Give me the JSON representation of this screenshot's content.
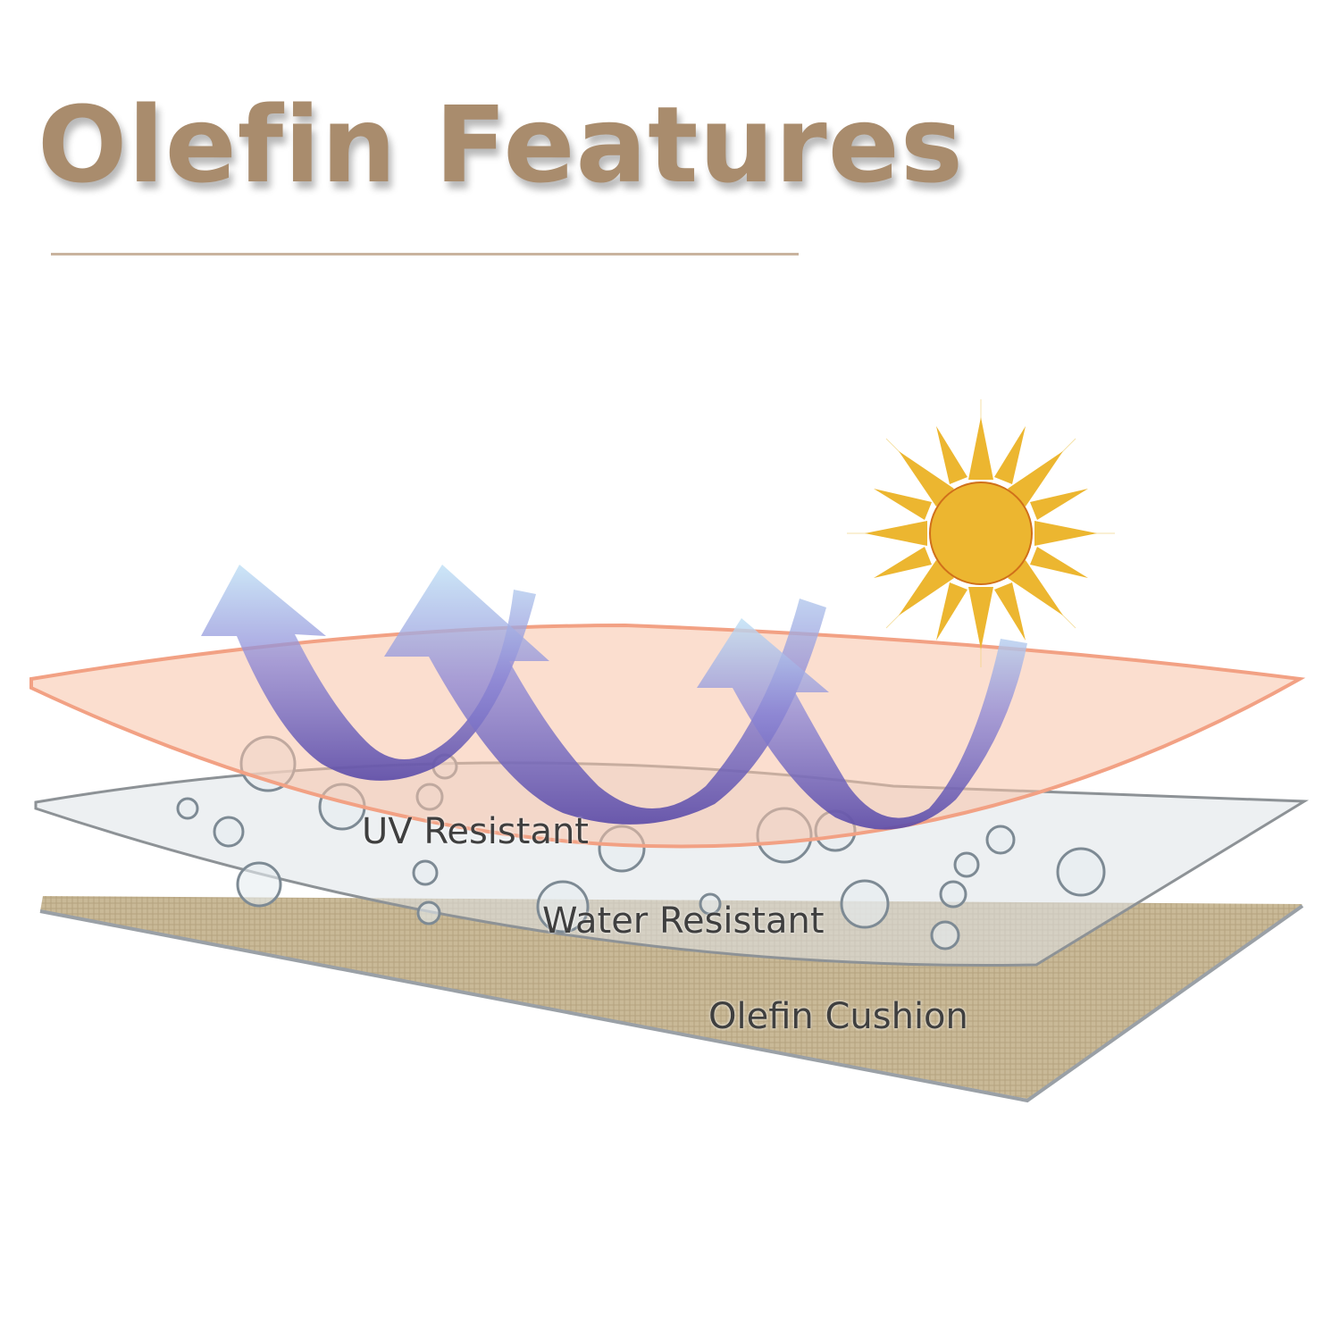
{
  "title": "Olefin Features",
  "layers": [
    {
      "label": "UV Resistant",
      "color": "#f6c3a8"
    },
    {
      "label": "Water Resistant",
      "color": "#dfe3e6"
    },
    {
      "label": "Olefin Cushion",
      "color": "#c9b997"
    }
  ],
  "colors": {
    "title": "#a98c6d",
    "sun": "#ecb630",
    "arrow": "#6a5fc0"
  }
}
